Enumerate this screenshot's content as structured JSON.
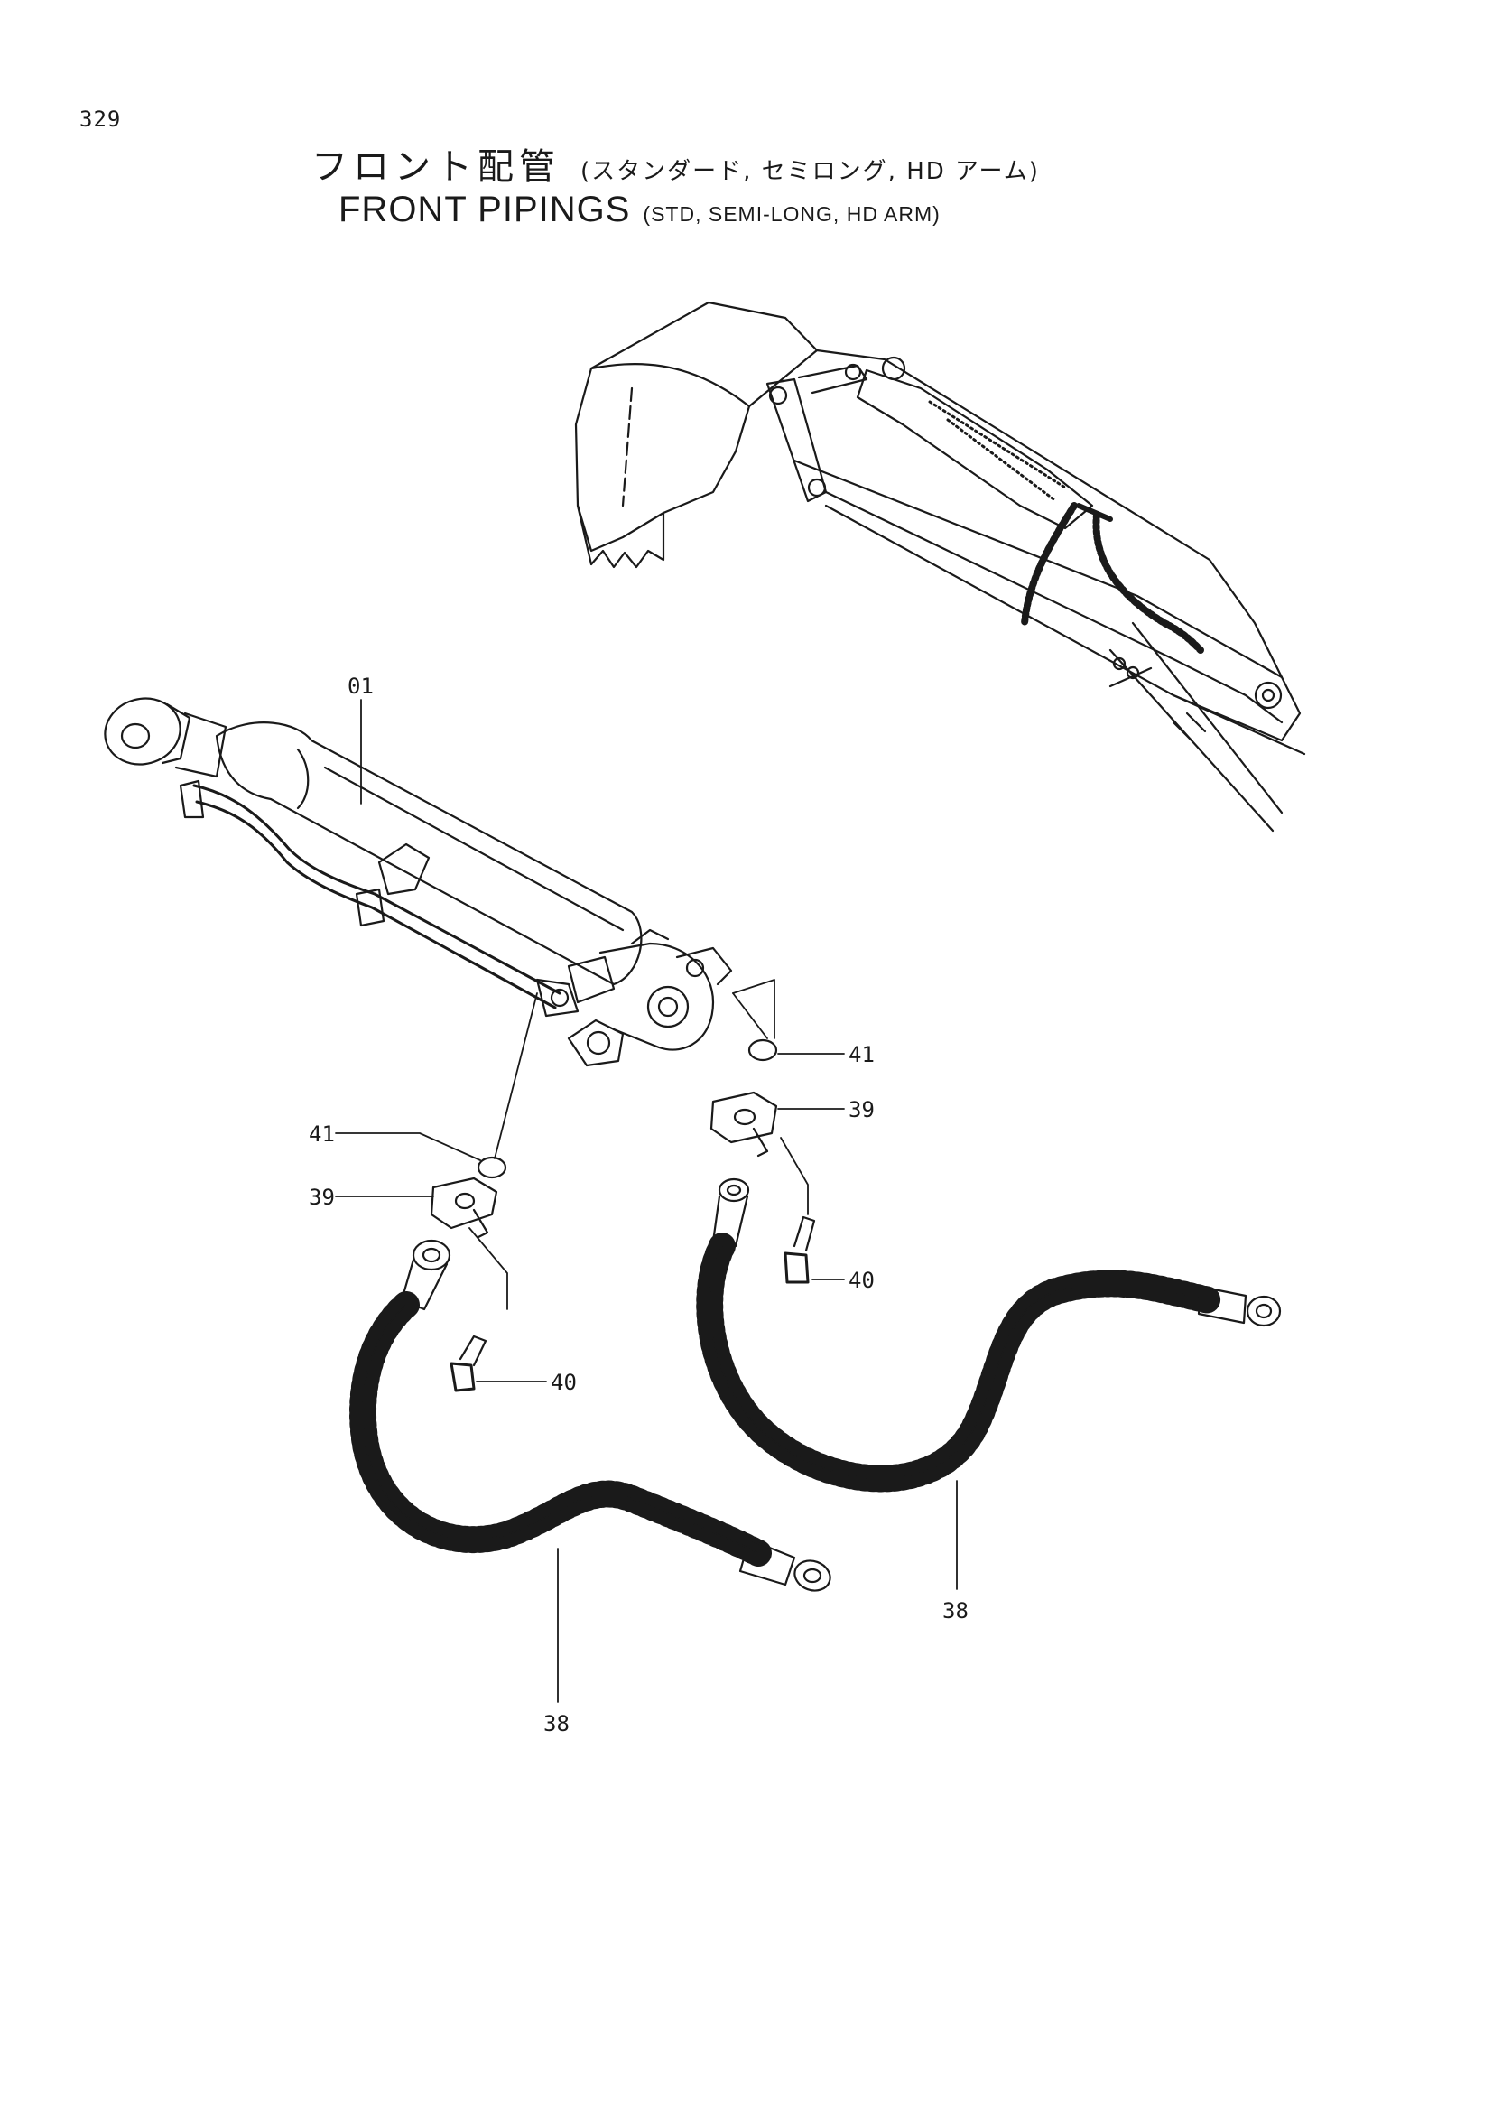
{
  "page_number": "329",
  "title": {
    "jp_main": "フロント配管",
    "jp_sub": "(スタンダード, セミロング, HD アーム)",
    "en_main": "FRONT PIPINGS",
    "en_sub": "(STD, SEMI-LONG, HD ARM)"
  },
  "callouts": {
    "c01": "01",
    "c41_right": "41",
    "c39_right": "39",
    "c41_left": "41",
    "c39_left": "39",
    "c40_right": "40",
    "c40_left": "40",
    "c38_right": "38",
    "c38_left": "38"
  },
  "colors": {
    "ink": "#1a1a1a",
    "paper": "#ffffff"
  }
}
